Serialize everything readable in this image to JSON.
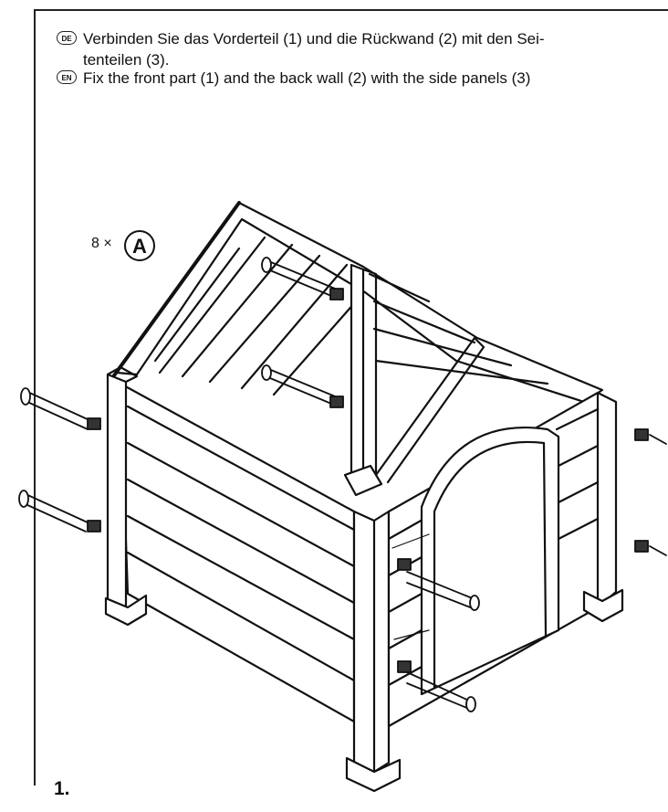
{
  "instructions": [
    {
      "lang": "DE",
      "text": "Verbinden Sie das Vorderteil (1) und die Rückwand (2) mit den Sei-\ntenteilen (3)."
    },
    {
      "lang": "EN",
      "text": "Fix the front part (1) and the back wall (2) with the side panels (3)"
    }
  ],
  "parts": {
    "count": "8 ×",
    "label": "A"
  },
  "step_number": "1."
}
